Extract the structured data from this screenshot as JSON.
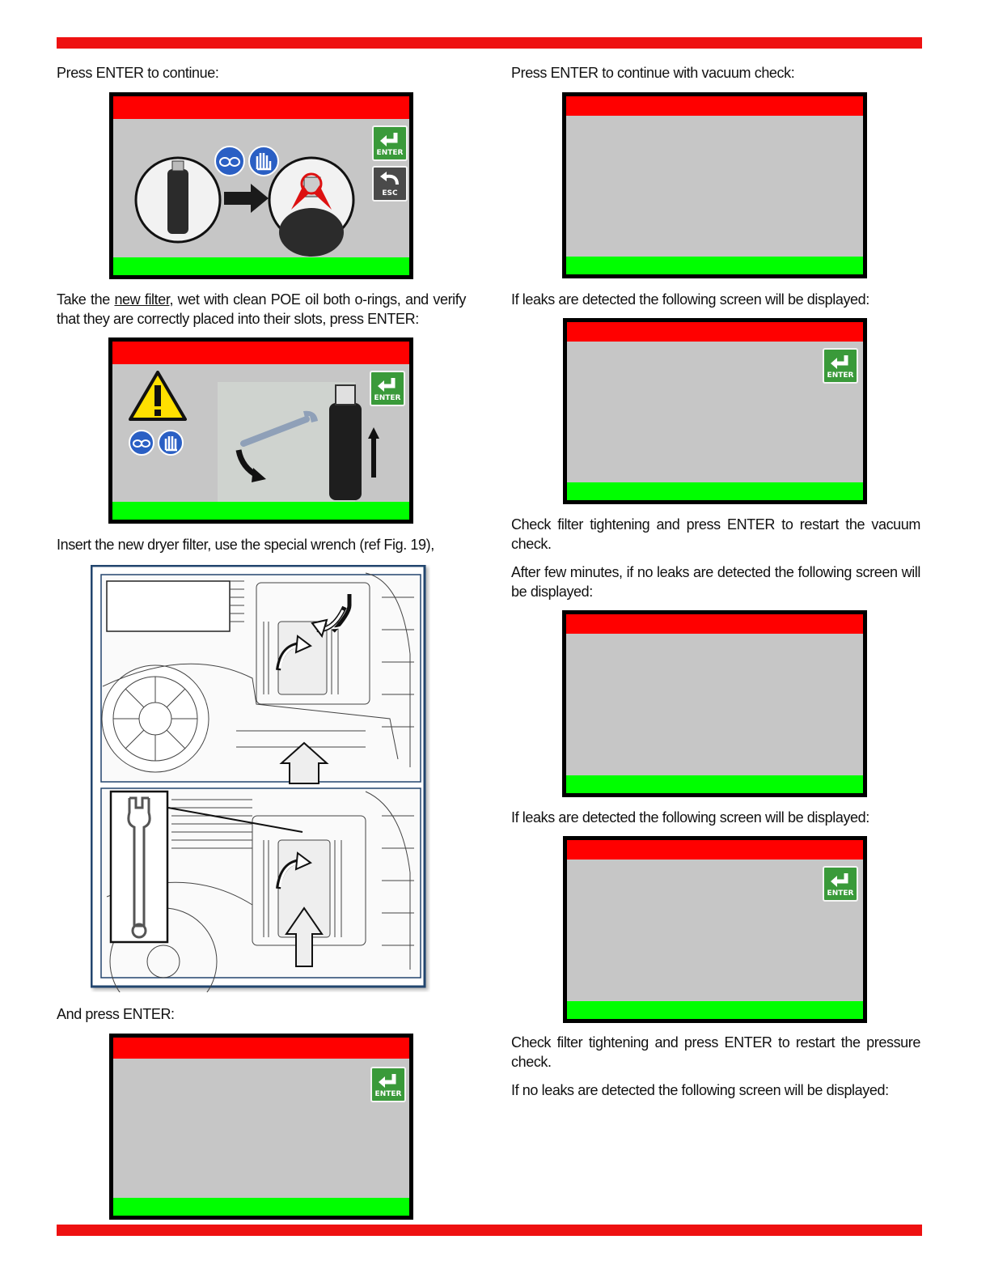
{
  "left_column": {
    "p1": "Press ENTER to continue:",
    "p2_part1": "Take the ",
    "p2_link": "new filter",
    "p2_part2": ", wet with clean POE oil both o-rings, and verify that they are correctly placed into their slots, press ENTER:",
    "p3": "Insert the new dryer filter, use the special wrench (ref Fig. 19),",
    "p4": "And press ENTER:"
  },
  "right_column": {
    "p1": "Press ENTER to continue with vacuum check:",
    "p2": "If leaks are detected the following screen will be displayed:",
    "p3": "Check filter tightening and press ENTER to restart the vacuum check.",
    "p4": "After few minutes, if no leaks are detected the following screen will be displayed:",
    "p5": "If leaks are detected the following screen will be displayed:",
    "p6": "Check filter tightening and press ENTER to restart the pressure check.",
    "p7": "If no leaks are detected the following screen will be displayed:"
  },
  "buttons": {
    "enter_label": "ENTER",
    "esc_label": "ESC"
  },
  "colors": {
    "accent_red": "#ee1111",
    "screen_red": "#ff0000",
    "screen_green": "#00ff00",
    "screen_gray": "#c6c6c6",
    "enter_green": "#3a9a3a"
  },
  "icons": [
    "safety-goggles-icon",
    "gloves-icon",
    "warning-icon",
    "enter-arrow-icon",
    "esc-arrow-icon",
    "wrench-icon"
  ]
}
